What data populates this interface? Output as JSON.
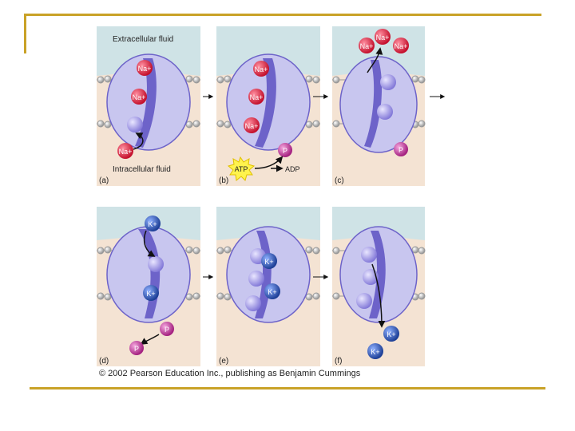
{
  "figure": {
    "panel_labels": [
      "(a)",
      "(b)",
      "(c)",
      "(d)",
      "(e)",
      "(f)"
    ],
    "extracellular_label": "Extracellular fluid",
    "intracellular_label": "Intracellular fluid",
    "ions": {
      "na": "Na+",
      "k": "K+",
      "p": "P"
    },
    "atp_label": "ATP",
    "adp_label": "ADP",
    "credit": "© 2002 Pearson Education Inc., publishing as Benjamin Cummings"
  },
  "colors": {
    "frame": "#c9a227",
    "extracellular": "#cfe3e6",
    "intracellular": "#f4e3d3",
    "protein": "#c8c6ef",
    "channel": "#6d63c9",
    "sodium": "#d61f3c",
    "potassium": "#2e59b8",
    "phosphate": "#c53aa0",
    "atp_burst": "#fff34d"
  }
}
